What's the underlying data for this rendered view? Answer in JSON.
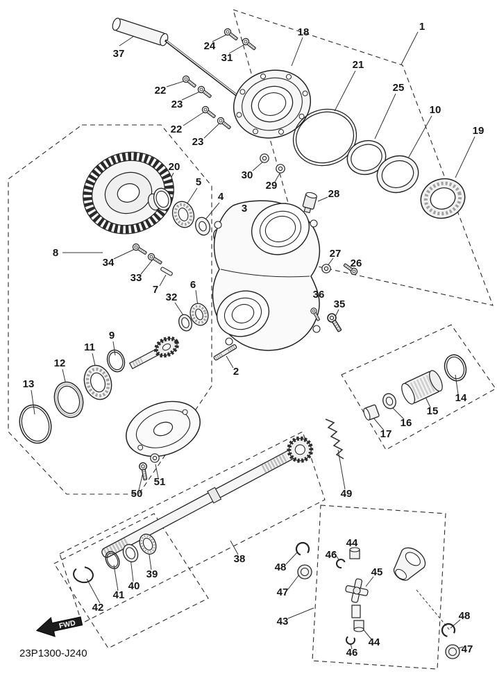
{
  "diagram": {
    "code": "23P1300-J240",
    "fwd_label": "FWD"
  },
  "colors": {
    "ink": "#1f1f1f",
    "background": "#ffffff"
  },
  "callouts": [
    {
      "label": "37"
    },
    {
      "label": "24"
    },
    {
      "label": "31"
    },
    {
      "label": "18"
    },
    {
      "label": "1"
    },
    {
      "label": "22"
    },
    {
      "label": "23"
    },
    {
      "label": "22"
    },
    {
      "label": "23"
    },
    {
      "label": "21"
    },
    {
      "label": "25"
    },
    {
      "label": "10"
    },
    {
      "label": "19"
    },
    {
      "label": "30"
    },
    {
      "label": "29"
    },
    {
      "label": "20"
    },
    {
      "label": "5"
    },
    {
      "label": "4"
    },
    {
      "label": "3"
    },
    {
      "label": "28"
    },
    {
      "label": "8"
    },
    {
      "label": "34"
    },
    {
      "label": "33"
    },
    {
      "label": "7"
    },
    {
      "label": "27"
    },
    {
      "label": "26"
    },
    {
      "label": "32"
    },
    {
      "label": "6"
    },
    {
      "label": "36"
    },
    {
      "label": "35"
    },
    {
      "label": "2"
    },
    {
      "label": "9"
    },
    {
      "label": "11"
    },
    {
      "label": "12"
    },
    {
      "label": "13"
    },
    {
      "label": "14"
    },
    {
      "label": "15"
    },
    {
      "label": "16"
    },
    {
      "label": "17"
    },
    {
      "label": "50"
    },
    {
      "label": "51"
    },
    {
      "label": "49"
    },
    {
      "label": "38"
    },
    {
      "label": "39"
    },
    {
      "label": "40"
    },
    {
      "label": "41"
    },
    {
      "label": "42"
    },
    {
      "label": "48"
    },
    {
      "label": "47"
    },
    {
      "label": "46"
    },
    {
      "label": "44"
    },
    {
      "label": "45"
    },
    {
      "label": "43"
    },
    {
      "label": "46"
    },
    {
      "label": "44"
    },
    {
      "label": "48"
    },
    {
      "label": "47"
    }
  ]
}
